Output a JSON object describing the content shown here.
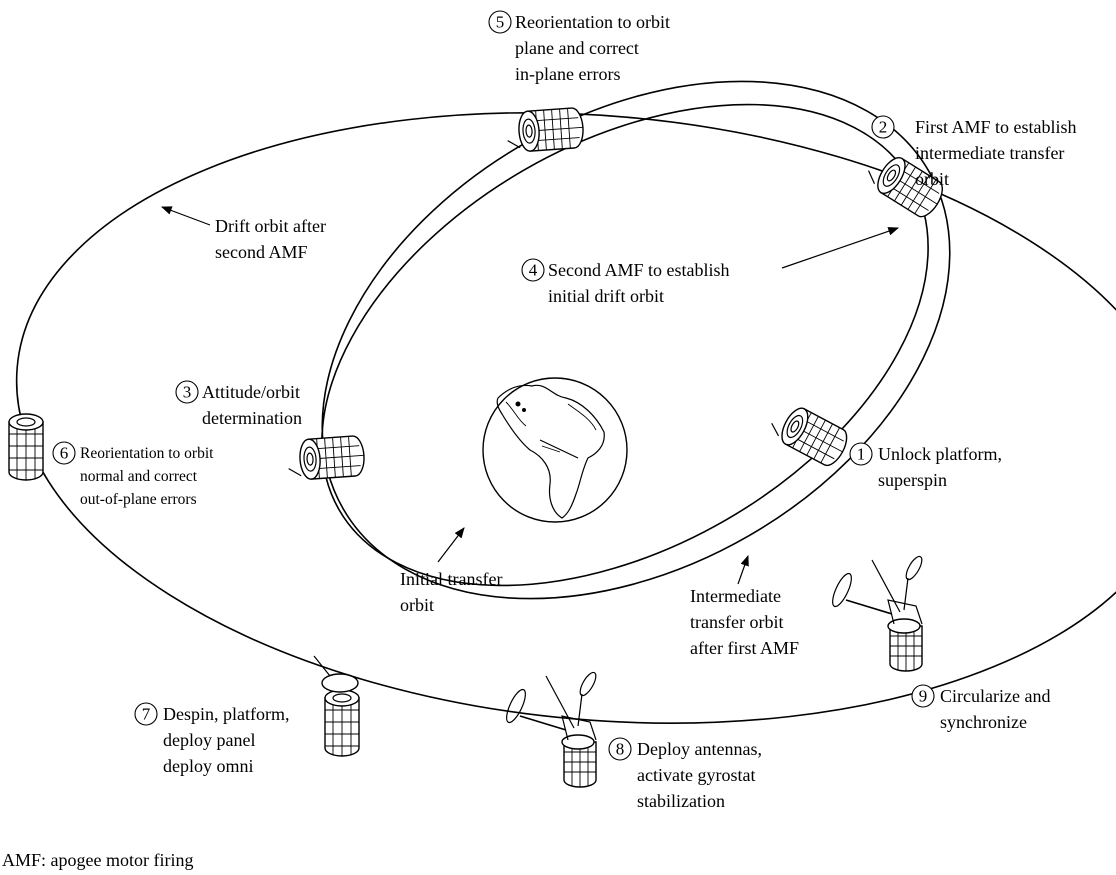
{
  "steps": [
    {
      "number": "1",
      "lines": [
        "Unlock platform,",
        "superspin"
      ]
    },
    {
      "number": "2",
      "lines": [
        "First AMF to establish",
        "intermediate transfer",
        "orbit"
      ]
    },
    {
      "number": "3",
      "lines": [
        "Attitude/orbit",
        "determination"
      ]
    },
    {
      "number": "4",
      "lines": [
        "Second AMF to establish",
        "initial drift orbit"
      ]
    },
    {
      "number": "5",
      "lines": [
        "Reorientation to orbit",
        "plane and correct",
        "in-plane errors"
      ]
    },
    {
      "number": "6",
      "lines": [
        "Reorientation to orbit",
        "normal and correct",
        "out-of-plane errors"
      ]
    },
    {
      "number": "7",
      "lines": [
        "Despin, platform,",
        "deploy panel",
        "deploy omni"
      ]
    },
    {
      "number": "8",
      "lines": [
        "Deploy antennas,",
        "activate gyrostat",
        "stabilization"
      ]
    },
    {
      "number": "9",
      "lines": [
        "Circularize and",
        "synchronize"
      ]
    }
  ],
  "orbit_labels": {
    "drift": [
      "Drift orbit after",
      "second AMF"
    ],
    "initial_transfer": [
      "Initial transfer",
      "orbit"
    ],
    "intermediate_transfer": [
      "Intermediate",
      "transfer orbit",
      "after first AMF"
    ]
  },
  "footnote": "AMF: apogee motor firing",
  "icons": [
    "earth-icon",
    "spinning-satellite-icon",
    "deployed-satellite-icon"
  ]
}
